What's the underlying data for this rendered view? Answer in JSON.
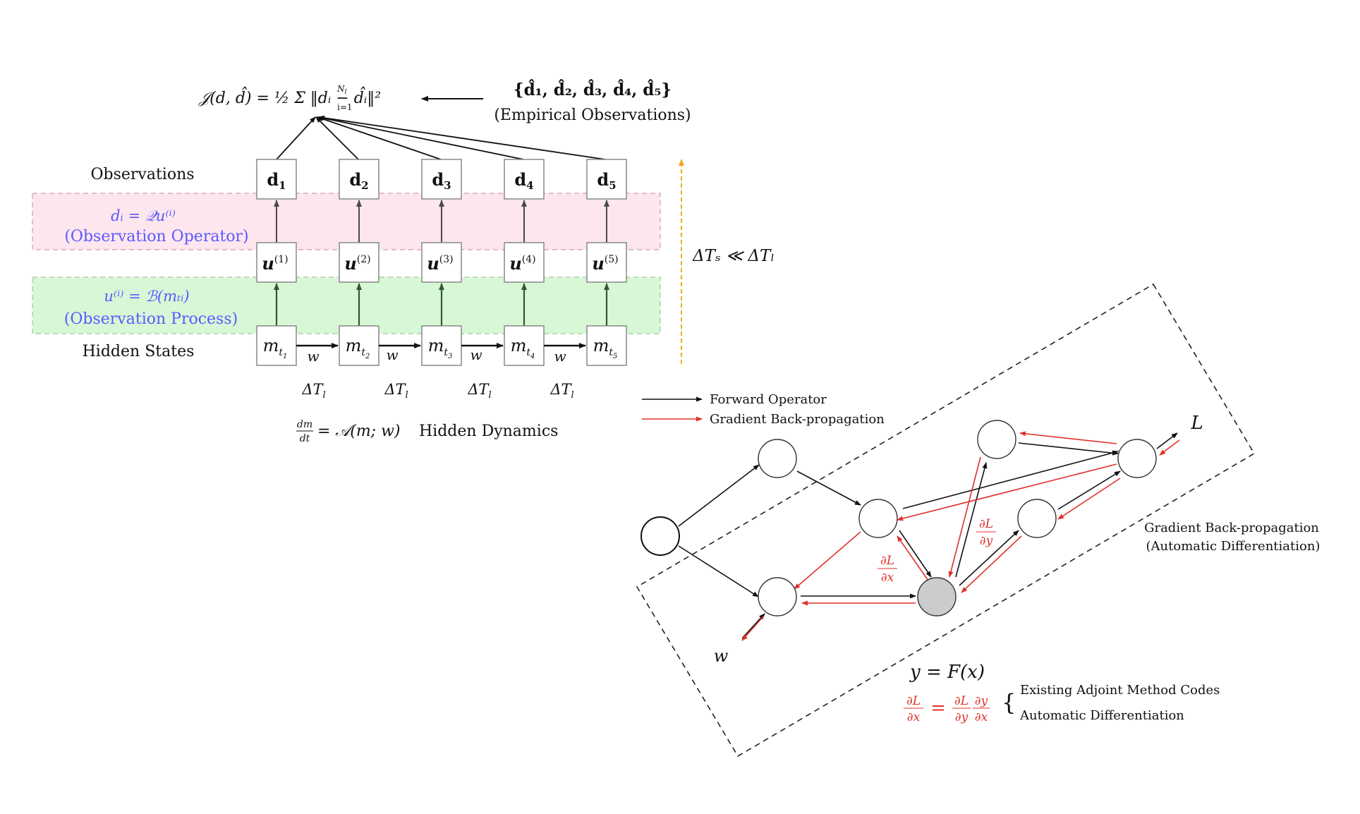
{
  "colors": {
    "pink_band": "#fde6ee",
    "green_band": "#d8f7d6",
    "accent_blue": "#5a5aff",
    "gradient_red": "#e0302a",
    "time_arrow_orange": "#f5a623",
    "active_node_gray": "#cccccc"
  },
  "objective": "𝒥(d, d̂) = ½ Σ ‖dᵢ − d̂ᵢ‖²",
  "objective_sum_limits": {
    "upper": "N",
    "upper_sub": "l",
    "lower": "i=1"
  },
  "empirical": {
    "set": "{d̂₁, d̂₂, d̂₃, d̂₄, d̂₅}",
    "label": "(Empirical Observations)"
  },
  "row_labels": {
    "observations": "Observations",
    "hidden_states": "Hidden States"
  },
  "observation_operator": {
    "formula": "dᵢ = 𝒬u⁽ⁱ⁾",
    "label": "(Observation Operator)"
  },
  "observation_process": {
    "formula": "u⁽ⁱ⁾ = ℬ(mₜᵢ)",
    "label": "(Observation Process)"
  },
  "columns": [
    {
      "d": "d",
      "d_sub": "1",
      "u": "u",
      "u_sup": "(1)",
      "m": "m",
      "m_sub": "t",
      "m_subsub": "1",
      "dt": "ΔT",
      "dt_sub": "l"
    },
    {
      "d": "d",
      "d_sub": "2",
      "u": "u",
      "u_sup": "(2)",
      "m": "m",
      "m_sub": "t",
      "m_subsub": "2",
      "dt": "ΔT",
      "dt_sub": "l"
    },
    {
      "d": "d",
      "d_sub": "3",
      "u": "u",
      "u_sup": "(3)",
      "m": "m",
      "m_sub": "t",
      "m_subsub": "3",
      "dt": "ΔT",
      "dt_sub": "l"
    },
    {
      "d": "d",
      "d_sub": "4",
      "u": "u",
      "u_sup": "(4)",
      "m": "m",
      "m_sub": "t",
      "m_subsub": "4",
      "dt": "ΔT",
      "dt_sub": "l"
    },
    {
      "d": "d",
      "d_sub": "5",
      "u": "u",
      "u_sup": "(5)",
      "m": "m",
      "m_sub": "t",
      "m_subsub": "5"
    }
  ],
  "transition_weight": "w",
  "timescale": "ΔTₛ ≪ ΔTₗ",
  "hidden_dynamics": {
    "fraction_num": "dm",
    "fraction_den": "dt",
    "formula": "= 𝒜(m; w)",
    "label": "Hidden Dynamics"
  },
  "legend": {
    "forward": "Forward Operator",
    "backward": "Gradient Back-propagation"
  },
  "graph": {
    "input_label": "w",
    "output_label": "L",
    "dl_dy_num": "∂L",
    "dl_dy_den": "∂y",
    "dl_dx_num": "∂L",
    "dl_dx_den": "∂x"
  },
  "box_label": {
    "line1": "Gradient Back-propagation",
    "line2": "(Automatic Differentiation)"
  },
  "chain_rule": {
    "y_eq": "y = F(x)",
    "lhs_num": "∂L",
    "lhs_den": "∂x",
    "eq": "=",
    "r1_num": "∂L",
    "r1_den": "∂y",
    "r2_num": "∂y",
    "r2_den": "∂x",
    "brace": "{",
    "option1": "Existing Adjoint Method Codes",
    "option2": "Automatic Differentiation"
  }
}
